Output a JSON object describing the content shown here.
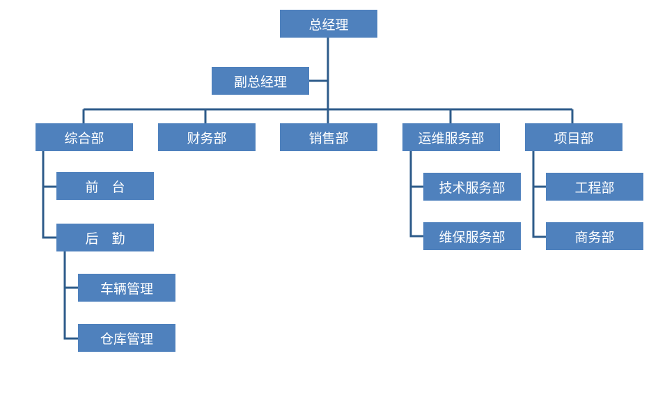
{
  "colors": {
    "box_fill": "#4f81bd",
    "connector": "#2d5b8a",
    "text": "#ffffff",
    "background": "#ffffff"
  },
  "nodes": {
    "ceo": "总经理",
    "deputy": "副总经理",
    "admin": "综合部",
    "finance": "财务部",
    "sales": "销售部",
    "ops": "运维服务部",
    "project": "项目部",
    "front_desk": "前　台",
    "logistics": "后　勤",
    "vehicle": "车辆管理",
    "warehouse": "仓库管理",
    "tech_service": "技术服务部",
    "maintenance": "维保服务部",
    "engineering": "工程部",
    "business": "商务部"
  }
}
